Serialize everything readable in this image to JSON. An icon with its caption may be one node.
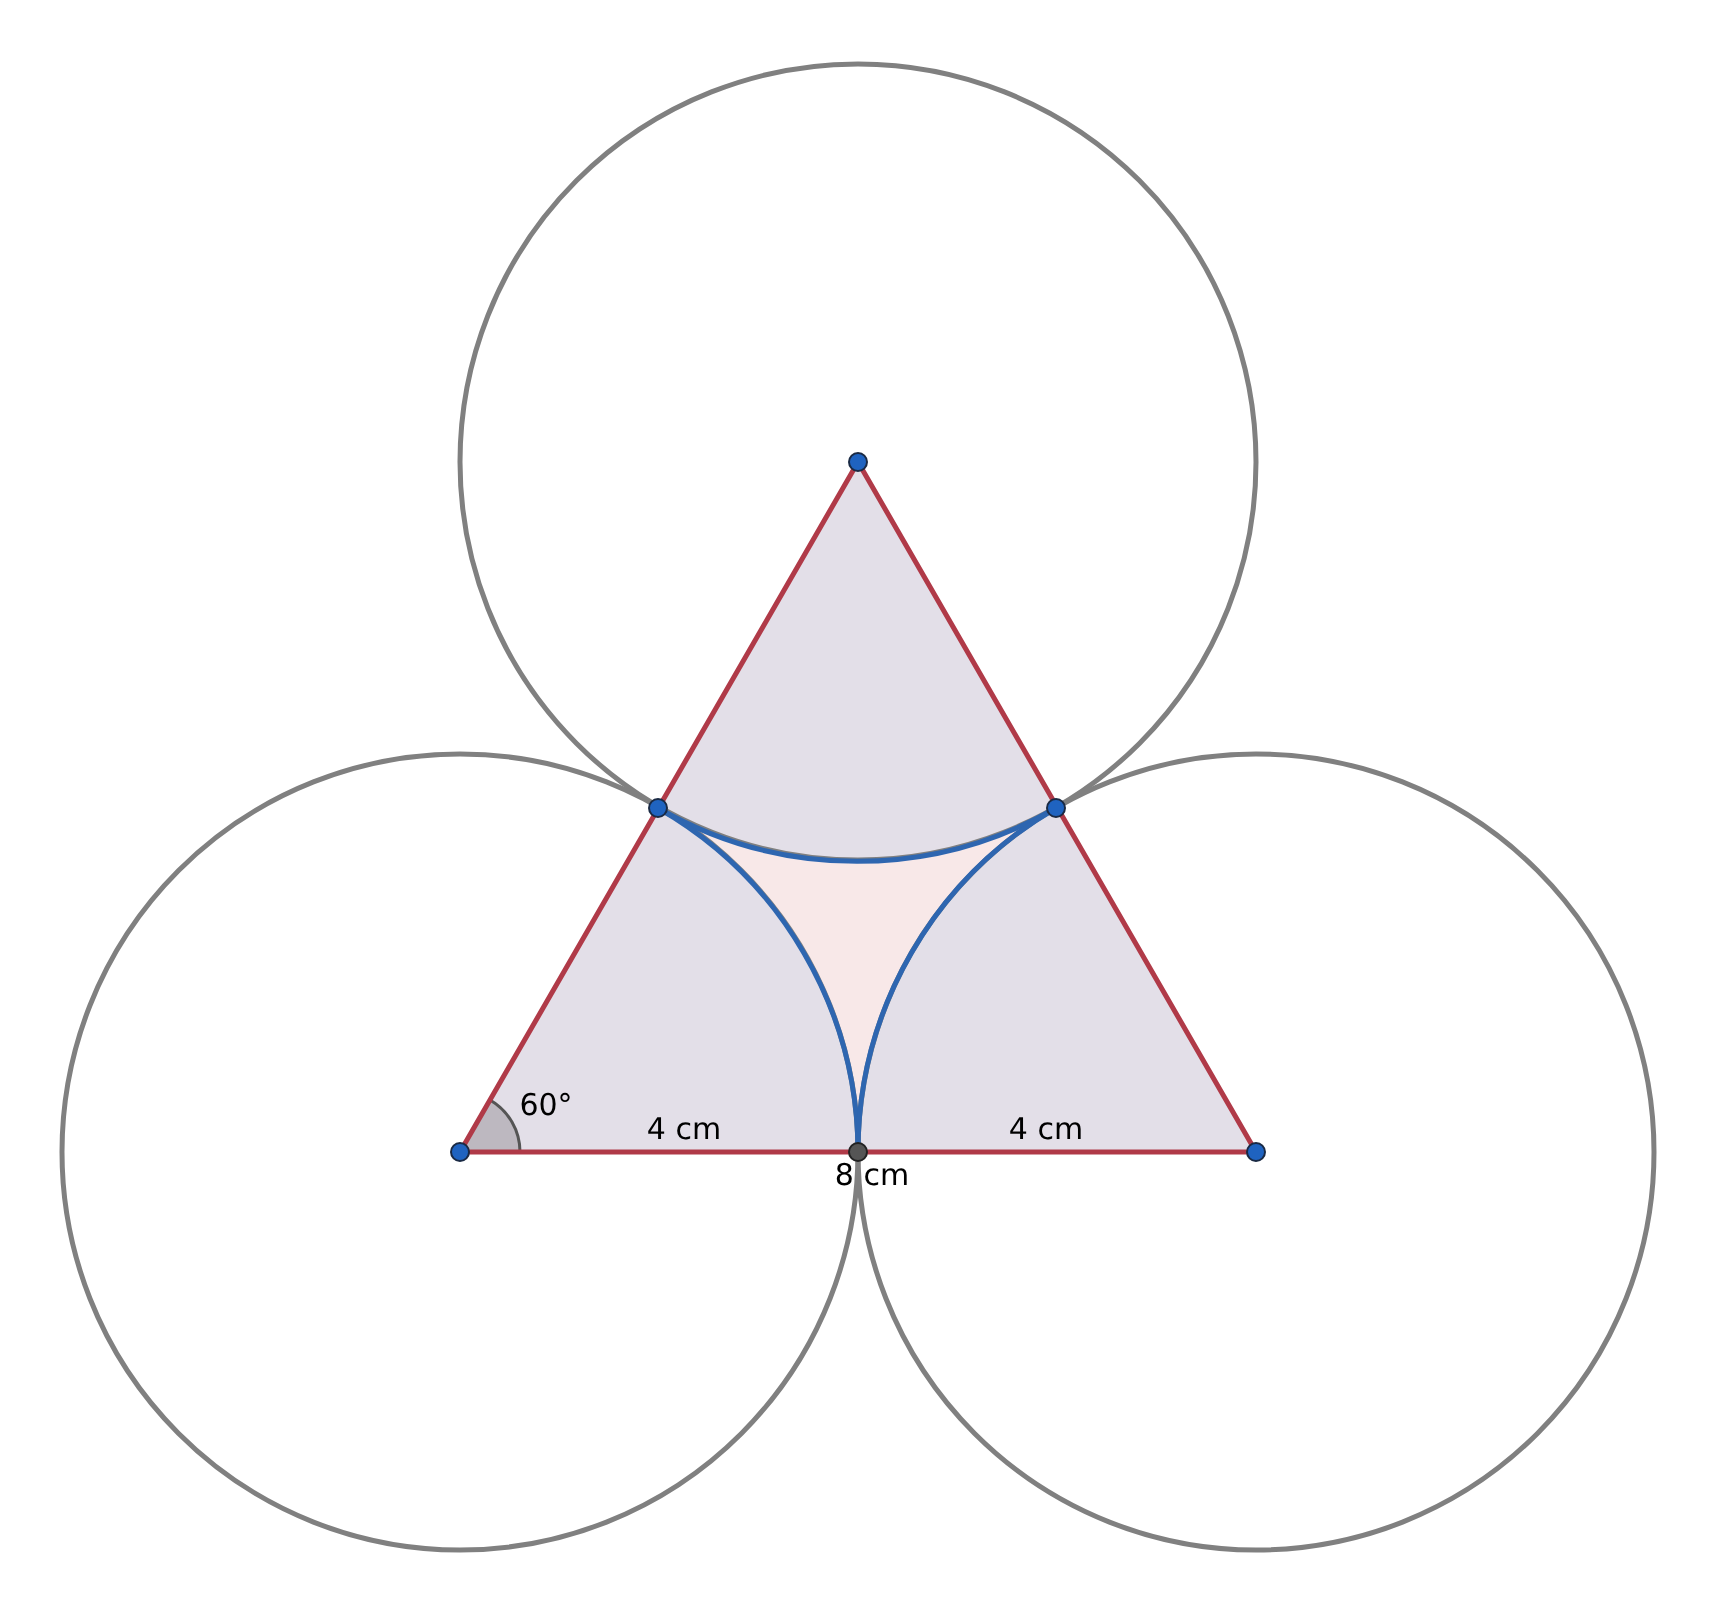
{
  "diagram": {
    "labels": [
      "60°",
      "4 cm",
      "4 cm",
      "8 cm"
    ]
  }
}
